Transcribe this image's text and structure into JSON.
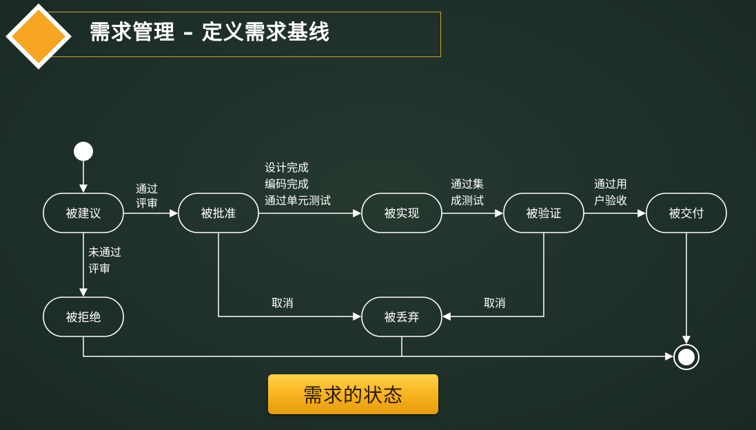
{
  "header": {
    "title": "需求管理 – 定义需求基线"
  },
  "colors": {
    "background": "#1f312c",
    "accent_gold": "#c9a431",
    "diamond_orange": "#f6a623",
    "line": "#ffffff"
  },
  "states": {
    "proposed": "被建议",
    "approved": "被批准",
    "implemented": "被实现",
    "verified": "被验证",
    "delivered": "被交付",
    "rejected": "被拒绝",
    "discarded": "被丢弃"
  },
  "transitions": {
    "pass_review": [
      "通过",
      "评审"
    ],
    "fail_review": [
      "未通过",
      "评审"
    ],
    "implement": [
      "设计完成",
      "编码完成",
      "通过单元测试"
    ],
    "integration_test": [
      "通过集",
      "成测试"
    ],
    "user_acceptance": [
      "通过用",
      "户验收"
    ],
    "cancel_left": "取消",
    "cancel_right": "取消"
  },
  "caption": {
    "label": "需求的状态"
  }
}
